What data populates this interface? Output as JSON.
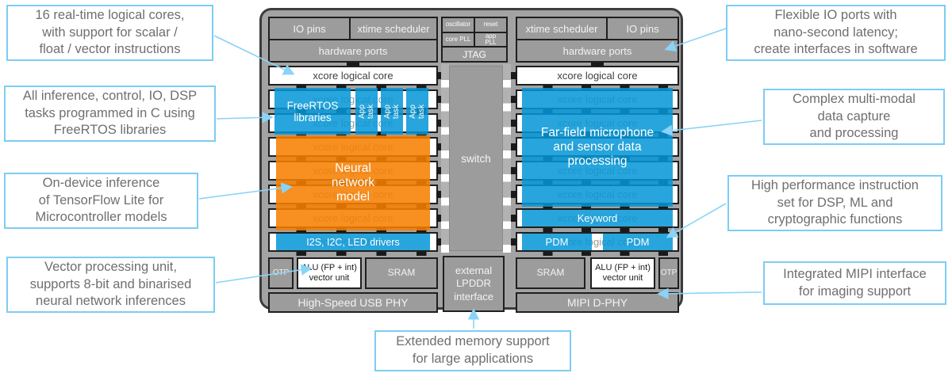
{
  "callouts": {
    "logical_cores": "16 real-time logical cores,\nwith support for scalar /\nfloat / vector instructions",
    "freertos": "All inference, control, IO, DSP\ntasks programmed in C using\nFreeRTOS libraries",
    "tensorflow": "On-device inference\nof TensorFlow Lite for\nMicrocontroller models",
    "vector_unit": "Vector processing unit,\nsupports 8-bit and binarised\nneural network inferences",
    "io_ports": "Flexible IO ports with\nnano-second latency;\ncreate interfaces in software",
    "multimodal": "Complex multi-modal\ndata capture\nand processing",
    "instruction_set": "High performance instruction\nset for DSP, ML and\ncryptographic functions",
    "mipi": "Integrated MIPI interface\nfor imaging support",
    "memory": "Extended memory support\nfor large applications"
  },
  "chip": {
    "row_label": "xcore logical core",
    "left_tile": {
      "io_pins": "IO pins",
      "scheduler": "xtime scheduler",
      "hardware_ports": "hardware ports"
    },
    "right_tile": {
      "scheduler": "xtime scheduler",
      "io_pins": "IO pins",
      "hardware_ports": "hardware ports"
    },
    "system": {
      "oscillator": "oscillator",
      "reset": "reset",
      "core_pll": "core PLL",
      "app_pll": "app\nPLL",
      "jtag": "JTAG"
    },
    "switch_label": "switch",
    "lpddr": "external\nLPDDR\ninterface",
    "left": {
      "freertos": "FreeRTOS\nlibraries",
      "app_task": "App\ntask",
      "neural": "Neural\nnetwork\nmodel",
      "i2s": "I2S, I2C, LED drivers",
      "otp": "OTP",
      "alu": "ALU (FP + int)\nvector unit",
      "sram": "SRAM",
      "usb_phy": "High-Speed USB PHY"
    },
    "right": {
      "farfield": "Far-field microphone\nand sensor data\nprocessing",
      "keyword": "Keyword",
      "pdm": "PDM",
      "sram": "SRAM",
      "alu": "ALU (FP + int)\nvector unit",
      "otp": "OTP",
      "mipi_phy": "MIPI D-PHY"
    }
  },
  "colors": {
    "blue": "#29A8E0",
    "orange": "#F7941E",
    "callout_border": "#7CCDF3",
    "arrow": "#8AD3F7",
    "chip_gray": "#A3A3A3"
  }
}
